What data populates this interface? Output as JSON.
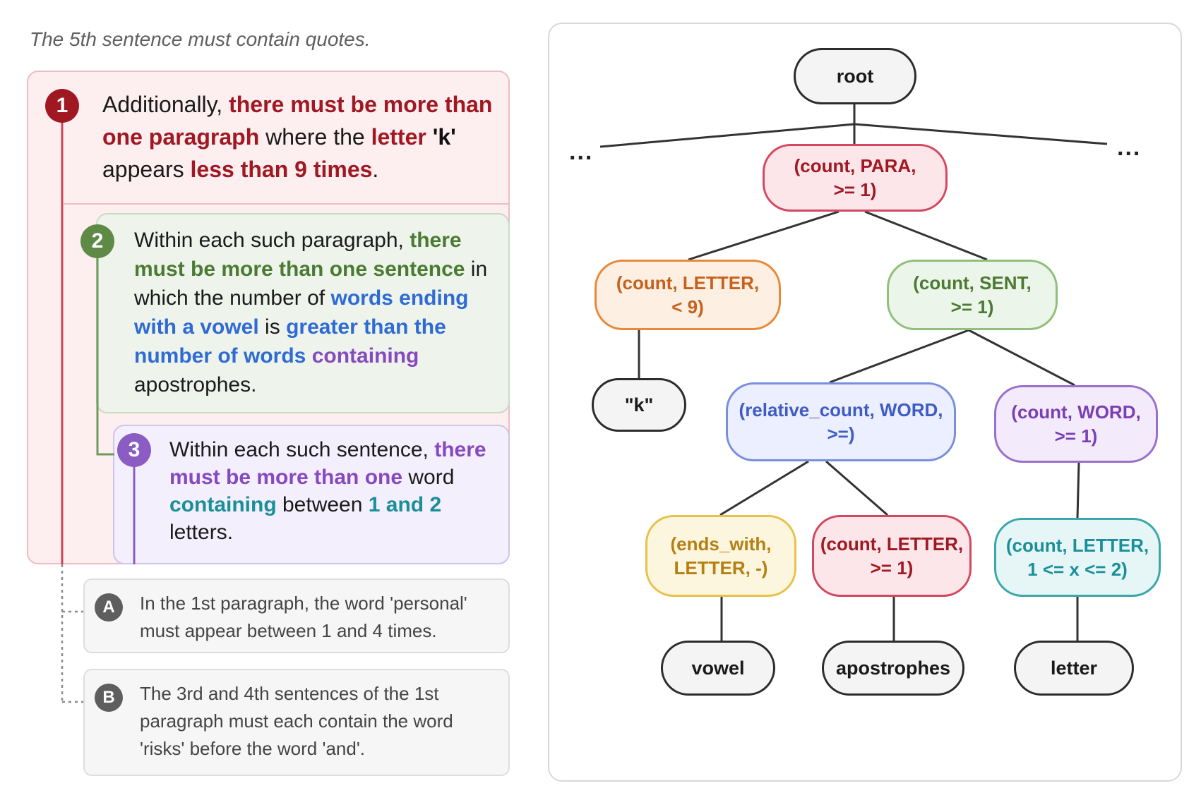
{
  "intro": "The 5th sentence must contain quotes.",
  "colors": {
    "red": "#a01822",
    "green": "#4b7a32",
    "purple": "#8649bf",
    "gray": "#5e5e5e",
    "blue": "#2f6bd3",
    "teal": "#1b8f99"
  },
  "constraints": {
    "c1": {
      "badge": "1",
      "t1": "Additionally, ",
      "h1": "there must be more than one paragraph",
      "t2": " where the ",
      "h2": "letter ",
      "k": "'k'",
      "t3": " appears ",
      "h3": "less than 9 times",
      "t4": "."
    },
    "c2": {
      "badge": "2",
      "t1": "Within each such paragraph, ",
      "h1": "there must be more than one sentence",
      "t2": " in which the number of ",
      "h2": "words ending with a vowel",
      "t3": " is ",
      "h3": "greater than the number of",
      "t4": " ",
      "h4": "words",
      "t5": " ",
      "h5": "containing",
      "t6": " apostrophes."
    },
    "c3": {
      "badge": "3",
      "t1": "Within each such sentence, ",
      "h1": "there must be more than one",
      "t2": " word ",
      "h2": "containing",
      "t3": " between ",
      "h3": "1 and 2",
      "t4": " letters."
    },
    "cA": {
      "badge": "A",
      "text": "In the 1st paragraph, the word 'personal' must appear between 1 and 4 times."
    },
    "cB": {
      "badge": "B",
      "text": "The 3rd and 4th sentences of the 1st paragraph must each contain the word 'risks' before the word 'and'."
    }
  },
  "tree": {
    "ellipsis_left": "...",
    "ellipsis_right": "...",
    "nodes": {
      "root": "root",
      "para": [
        "(count, PARA,",
        ">= 1)"
      ],
      "letter9": [
        "(count, LETTER,",
        "< 9)"
      ],
      "sent": [
        "(count, SENT,",
        ">= 1)"
      ],
      "k": "\"k\"",
      "relword": [
        "(relative_count, WORD,",
        ">=)"
      ],
      "word1": [
        "(count, WORD,",
        ">= 1)"
      ],
      "endswith": [
        "(ends_with,",
        "LETTER, -)"
      ],
      "letter1": [
        "(count, LETTER,",
        ">= 1)"
      ],
      "letter12": [
        "(count, LETTER,",
        "1 <= x <= 2)"
      ],
      "vowel": "vowel",
      "apostrophes": "apostrophes",
      "letter": "letter"
    }
  }
}
